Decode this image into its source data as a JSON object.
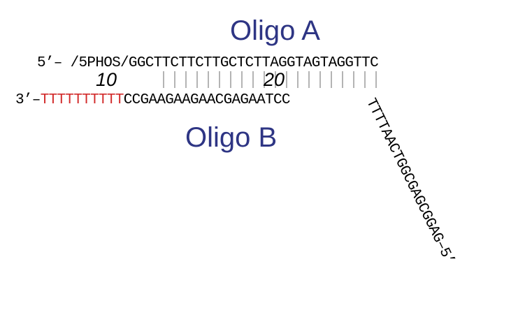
{
  "oligo_a": {
    "label": "Oligo A",
    "sequence": "5’– /5PHOS/GGCTTCTTCTTGCTCTTAGGTAGTAGGTTC"
  },
  "oligo_b": {
    "label": "Oligo B",
    "prefix": "3’–",
    "poly_t": "TTTTTTTTTT",
    "paired": "CCGAAGAAGAACGAGAATCC",
    "tail": "TTTTAACTGGCGAGCGGAG–5’"
  },
  "position_markers": {
    "ten": "10",
    "twenty": "20"
  },
  "colors": {
    "label": "#2e3584",
    "poly_t": "#d22b2b",
    "text": "#000000",
    "pair_line": "#8c8c8c"
  }
}
